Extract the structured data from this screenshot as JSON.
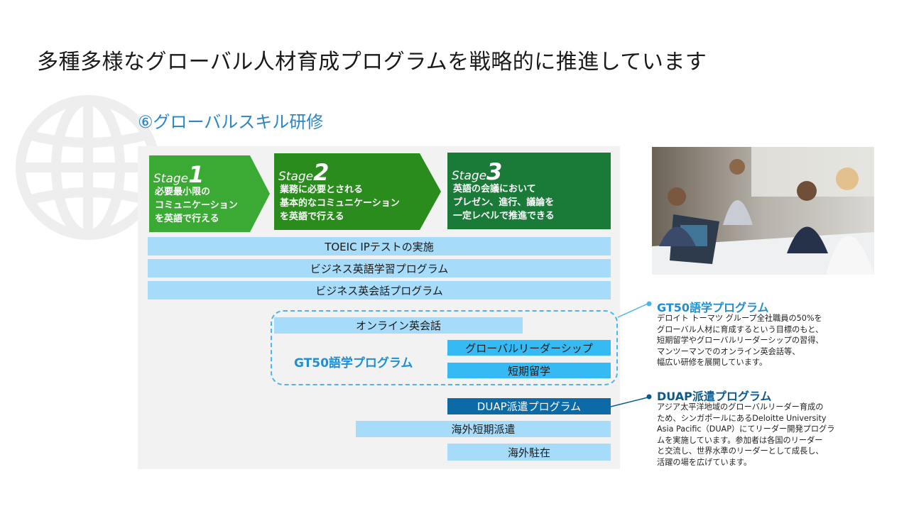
{
  "page": {
    "title": "多種多様なグローバル人材育成プログラムを戦略的に推進しています",
    "section_title": "⑥グローバルスキル研修"
  },
  "stages": [
    {
      "word": "Stage",
      "number": "1",
      "lines": [
        "必要最小限の",
        "コミュニケーション",
        "を英語で行える"
      ],
      "color": "#3aaa35"
    },
    {
      "word": "Stage",
      "number": "2",
      "lines": [
        "業務に必要とされる",
        "基本的なコミュニケーション",
        "を英語で行える"
      ],
      "color": "#2a8c1d"
    },
    {
      "word": "Stage",
      "number": "3",
      "lines": [
        "英語の会議において",
        "プレゼン、進行、議論を",
        "一定レベルで推進できる"
      ],
      "color": "#1a7a37"
    }
  ],
  "programs": {
    "toeic": "TOEIC IPテストの実施",
    "business_study": "ビジネス英語学習プログラム",
    "business_conversation": "ビジネス英会話プログラム",
    "online": "オンライン英会話",
    "global_leadership": "グローバルリーダーシップ",
    "short_study": "短期留学",
    "gt50_label": "GT50語学プログラム",
    "duap": "DUAP派遣プログラム",
    "overseas_short": "海外短期派遣",
    "overseas_stay": "海外駐在"
  },
  "info": {
    "gt50": {
      "title": "GT50語学プログラム",
      "lines": [
        "デロイト トーマツ グループ全社職員の50%を",
        "グローバル人材に育成するという目標のもと、",
        "短期留学やグローバルリーダーシップの習得、",
        "マンツーマンでのオンライン英会話等、",
        "幅広い研修を展開しています。"
      ]
    },
    "duap": {
      "title": "DUAP派遣プログラム",
      "lines": [
        "アジア太平洋地域のグローバルリーダー育成の",
        "ため、シンガポールにあるDeloitte University",
        "Asia Pacific（DUAP）にてリーダー開発プログラ",
        "ムを実施しています。参加者は各国のリーダー",
        "と交流し、世界水準のリーダーとして成長し、",
        "活躍の場を広げています。"
      ]
    }
  },
  "colors": {
    "light_bar": "#a6dcfa",
    "bright_bar": "#35baf4",
    "dark_bar": "#0c6aa6",
    "accent_blue": "#2a86c7",
    "gt50_title": "#1f8fd2",
    "duap_title": "#0c5a8c"
  },
  "icons": {
    "background": "globe-icon",
    "photo": "business-meeting-photo"
  }
}
